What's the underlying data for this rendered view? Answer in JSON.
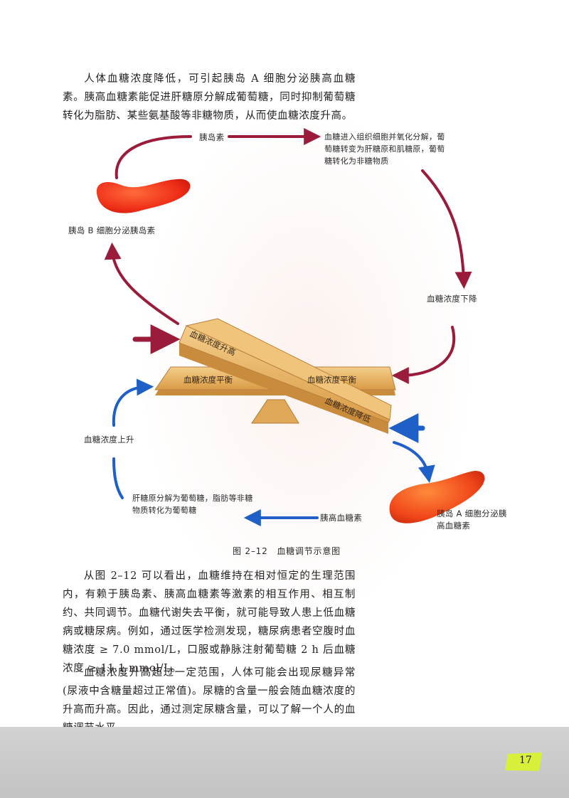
{
  "para1": {
    "text": "人体血糖浓度降低，可引起胰岛 A 细胞分泌胰高血糖素。胰高血糖素能促进肝糖原分解成葡萄糖，同时抑制葡萄糖转化为脂肪、某些氨基酸等非糖物质，从而使血糖浓度升高。"
  },
  "diagram": {
    "insulin": "胰岛素",
    "uptake": "血糖进入组织细胞并氧化分解，葡萄糖转变为肝糖原和肌糖原，葡萄糖转化为非糖物质",
    "b_cell": "胰岛 B 细胞分泌胰岛素",
    "decrease": "血糖浓度下降",
    "beam_up": "血糖浓度升高",
    "balance_left": "血糖浓度平衡",
    "balance_right": "血糖浓度平衡",
    "beam_down": "血糖浓度降低",
    "increase": "血糖浓度上升",
    "glycogen": "肝糖原分解为葡萄糖，脂肪等非糖物质转化为葡萄糖",
    "glucagon": "胰高血糖素",
    "a_cell": "胰岛 A 细胞分泌胰高血糖素",
    "caption": "图 2–12　血糖调节示意图",
    "colors": {
      "insulin_arrow": "#9b1b3a",
      "glucagon_arrow": "#1f5fc8",
      "beam": "#e8b66a",
      "pancreas": "#f03a1e"
    }
  },
  "para2": {
    "text": "从图 2–12 可以看出，血糖维持在相对恒定的生理范围内，有赖于胰岛素、胰高血糖素等激素的相互作用、相互制约、共同调节。血糖代谢失去平衡，就可能导致人患上低血糖病或糖尿病。例如，通过医学检测发现，糖尿病患者空腹时血糖浓度 ≥ 7.0 mmol/L，口服或静脉注射葡萄糖 2 h 后血糖浓度 ≥ 11.1 mmol/L。"
  },
  "para3": {
    "text": "血糖浓度升高超过一定范围，人体可能会出现尿糖异常(尿液中含糖量超过正常值)。尿糖的含量一般会随血糖浓度的升高而升高。因此，通过测定尿糖含量，可以了解一个人的血糖调节水平。"
  },
  "page_number": "17"
}
